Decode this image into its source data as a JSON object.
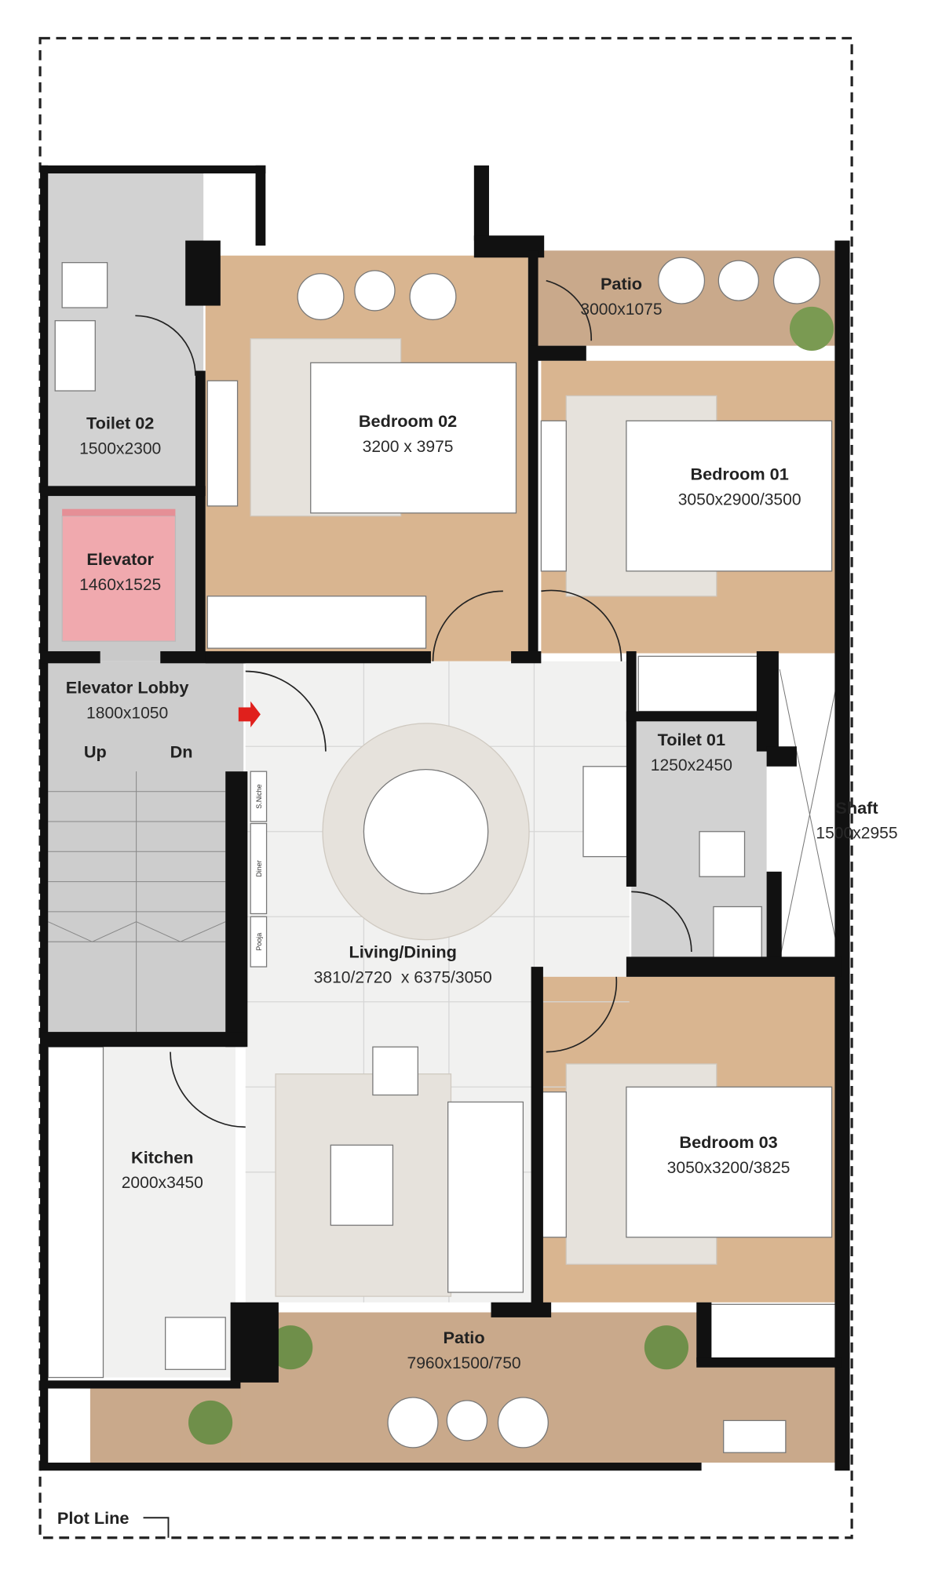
{
  "colors": {
    "wall": "#111111",
    "bedroom_floor": "#d9b590",
    "patio_deck": "#c9a98b",
    "wet_area": "#d2d2d2",
    "living_floor": "#f1f1f0",
    "elevator": "#f0a9ae",
    "entry_arrow": "#e0201c"
  },
  "rooms": {
    "toilet02": {
      "name": "Toilet 02",
      "dims": "1500x2300"
    },
    "bedroom02": {
      "name": "Bedroom 02",
      "dims": "3200 x 3975"
    },
    "patio_top": {
      "name": "Patio",
      "dims": "3000x1075"
    },
    "bedroom01": {
      "name": "Bedroom 01",
      "dims": "3050x2900/3500"
    },
    "elevator": {
      "name": "Elevator",
      "dims": "1460x1525"
    },
    "elevator_lobby": {
      "name": "Elevator Lobby",
      "dims": "1800x1050"
    },
    "toilet01": {
      "name": "Toilet 01",
      "dims": "1250x2450"
    },
    "shaft": {
      "name": "Shaft",
      "dims": "1500x2955"
    },
    "living_dining": {
      "name": "Living/Dining",
      "dims": "3810/2720  x 6375/3050"
    },
    "bedroom03": {
      "name": "Bedroom 03",
      "dims": "3050x3200/3825"
    },
    "kitchen": {
      "name": "Kitchen",
      "dims": "2000x3450"
    },
    "patio_bottom": {
      "name": "Patio",
      "dims": "7960x1500/750"
    }
  },
  "stairs": {
    "up": "Up",
    "down": "Dn"
  },
  "niches": [
    "S.Niche",
    "Diner",
    "Pooja"
  ],
  "plot_line_label": "Plot Line"
}
